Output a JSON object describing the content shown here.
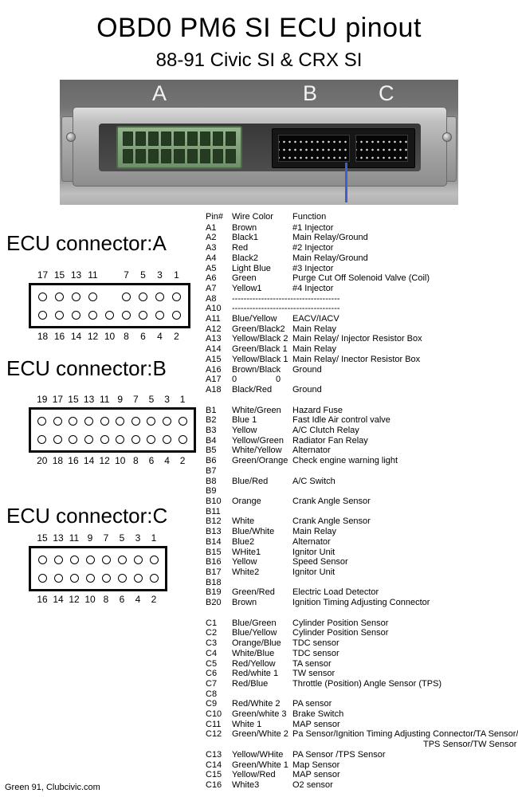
{
  "title": "OBD0 PM6 SI ECU pinout",
  "subtitle": "88-91 Civic SI & CRX SI",
  "credit": "Green 91, Clubcivic.com",
  "photo": {
    "labels": [
      "A",
      "B",
      "C"
    ]
  },
  "connectors": [
    {
      "heading": "ECU connector:A",
      "top": [
        "17",
        "15",
        "13",
        "11",
        null,
        "7",
        "5",
        "3",
        "1"
      ],
      "bottom": [
        "18",
        "16",
        "14",
        "12",
        "10",
        "8",
        "6",
        "4",
        "2"
      ]
    },
    {
      "heading": "ECU connector:B",
      "top": [
        "19",
        "17",
        "15",
        "13",
        "11",
        "9",
        "7",
        "5",
        "3",
        "1"
      ],
      "bottom": [
        "20",
        "18",
        "16",
        "14",
        "12",
        "10",
        "8",
        "6",
        "4",
        "2"
      ]
    },
    {
      "heading": "ECU connector:C",
      "top": [
        "15",
        "13",
        "11",
        "9",
        "7",
        "5",
        "3",
        "1"
      ],
      "bottom": [
        "16",
        "14",
        "12",
        "10",
        "8",
        "6",
        "4",
        "2"
      ]
    }
  ],
  "table": {
    "headers": [
      "Pin#",
      "Wire Color",
      "Function"
    ],
    "sections": [
      {
        "rows": [
          [
            "A1",
            "Brown",
            "#1 Injector"
          ],
          [
            "A2",
            "Black1",
            "Main Relay/Ground"
          ],
          [
            "A3",
            "Red",
            "#2 Injector"
          ],
          [
            "A4",
            "Black2",
            "Main Relay/Ground"
          ],
          [
            "A5",
            "Light Blue",
            "#3 Injector"
          ],
          [
            "A6",
            "Green",
            "Purge Cut Off Solenoid Valve (Coil)"
          ],
          [
            "A7",
            "Yellow1",
            "#4 Injector"
          ],
          [
            "A8",
            "-------------------------------------",
            ""
          ],
          [
            "A10",
            "-------------------------------------",
            ""
          ],
          [
            "A11",
            "Blue/Yellow",
            "EACV/IACV"
          ],
          [
            "A12",
            "Green/Black2",
            "Main Relay"
          ],
          [
            "A13",
            "Yellow/Black 2",
            "Main Relay/ Injector Resistor Box"
          ],
          [
            "A14",
            "Green/Black 1",
            "Main Relay"
          ],
          [
            "A15",
            "Yellow/Black 1",
            "Main Relay/ Inector Resistor Box"
          ],
          [
            "A16",
            "Brown/Black",
            "Ground"
          ],
          [
            "A17",
            "0                0",
            ""
          ],
          [
            "A18",
            "Black/Red",
            "Ground"
          ]
        ]
      },
      {
        "rows": [
          [
            "B1",
            "White/Green",
            "Hazard Fuse"
          ],
          [
            "B2",
            "Blue 1",
            "Fast Idle Air control valve"
          ],
          [
            "B3",
            "Yellow",
            "A/C Clutch Relay"
          ],
          [
            "B4",
            "Yellow/Green",
            "Radiator Fan Relay"
          ],
          [
            "B5",
            "White/Yellow",
            "Alternator"
          ],
          [
            "B6",
            "Green/Orange",
            "Check engine warning light"
          ],
          [
            "B7",
            "",
            ""
          ],
          [
            "B8",
            "Blue/Red",
            "A/C Switch"
          ],
          [
            "B9",
            "",
            ""
          ],
          [
            "B10",
            "Orange",
            "Crank Angle Sensor"
          ],
          [
            "B11",
            "",
            ""
          ],
          [
            "B12",
            "White",
            "Crank Angle Sensor"
          ],
          [
            "B13",
            "Blue/White",
            "Main Relay"
          ],
          [
            "B14",
            "Blue2",
            "Alternator"
          ],
          [
            "B15",
            "WHite1",
            "Ignitor Unit"
          ],
          [
            "B16",
            "Yellow",
            "Speed Sensor"
          ],
          [
            "B17",
            "White2",
            "Ignitor Unit"
          ],
          [
            "B18",
            "",
            ""
          ],
          [
            "B19",
            "Green/Red",
            "Electric Load Detector"
          ],
          [
            "B20",
            "Brown",
            "Ignition Timing Adjusting Connector"
          ]
        ]
      },
      {
        "rows": [
          [
            "C1",
            "Blue/Green",
            "Cylinder Position Sensor"
          ],
          [
            "C2",
            "Blue/Yellow",
            "Cylinder Position Sensor"
          ],
          [
            "C3",
            "Orange/Blue",
            "TDC sensor"
          ],
          [
            "C4",
            "White/Blue",
            "TDC sensor"
          ],
          [
            "C5",
            "Red/Yellow",
            "TA sensor"
          ],
          [
            "C6",
            "Red/white 1",
            "TW sensor"
          ],
          [
            "C7",
            "Red/Blue",
            "Throttle (Position) Angle Sensor (TPS)"
          ],
          [
            "C8",
            "",
            ""
          ],
          [
            "C9",
            "Red/White 2",
            "PA sensor"
          ],
          [
            "C10",
            "Green/white 3",
            "Brake Switch"
          ],
          [
            "C11",
            "White 1",
            "MAP sensor"
          ],
          [
            "C12",
            "Green/White 2",
            "Pa Sensor/Ignition Timing Adjusting Connector/TA Sensor/",
            "TPS Sensor/TW Sensor"
          ],
          [
            "C13",
            "Yellow/WHite",
            "PA Sensor /TPS Sensor"
          ],
          [
            "C14",
            "Green/White 1",
            "Map Sensor"
          ],
          [
            "C15",
            "Yellow/Red",
            "MAP sensor"
          ],
          [
            "C16",
            "White3",
            "O2 sensor"
          ]
        ]
      }
    ]
  }
}
